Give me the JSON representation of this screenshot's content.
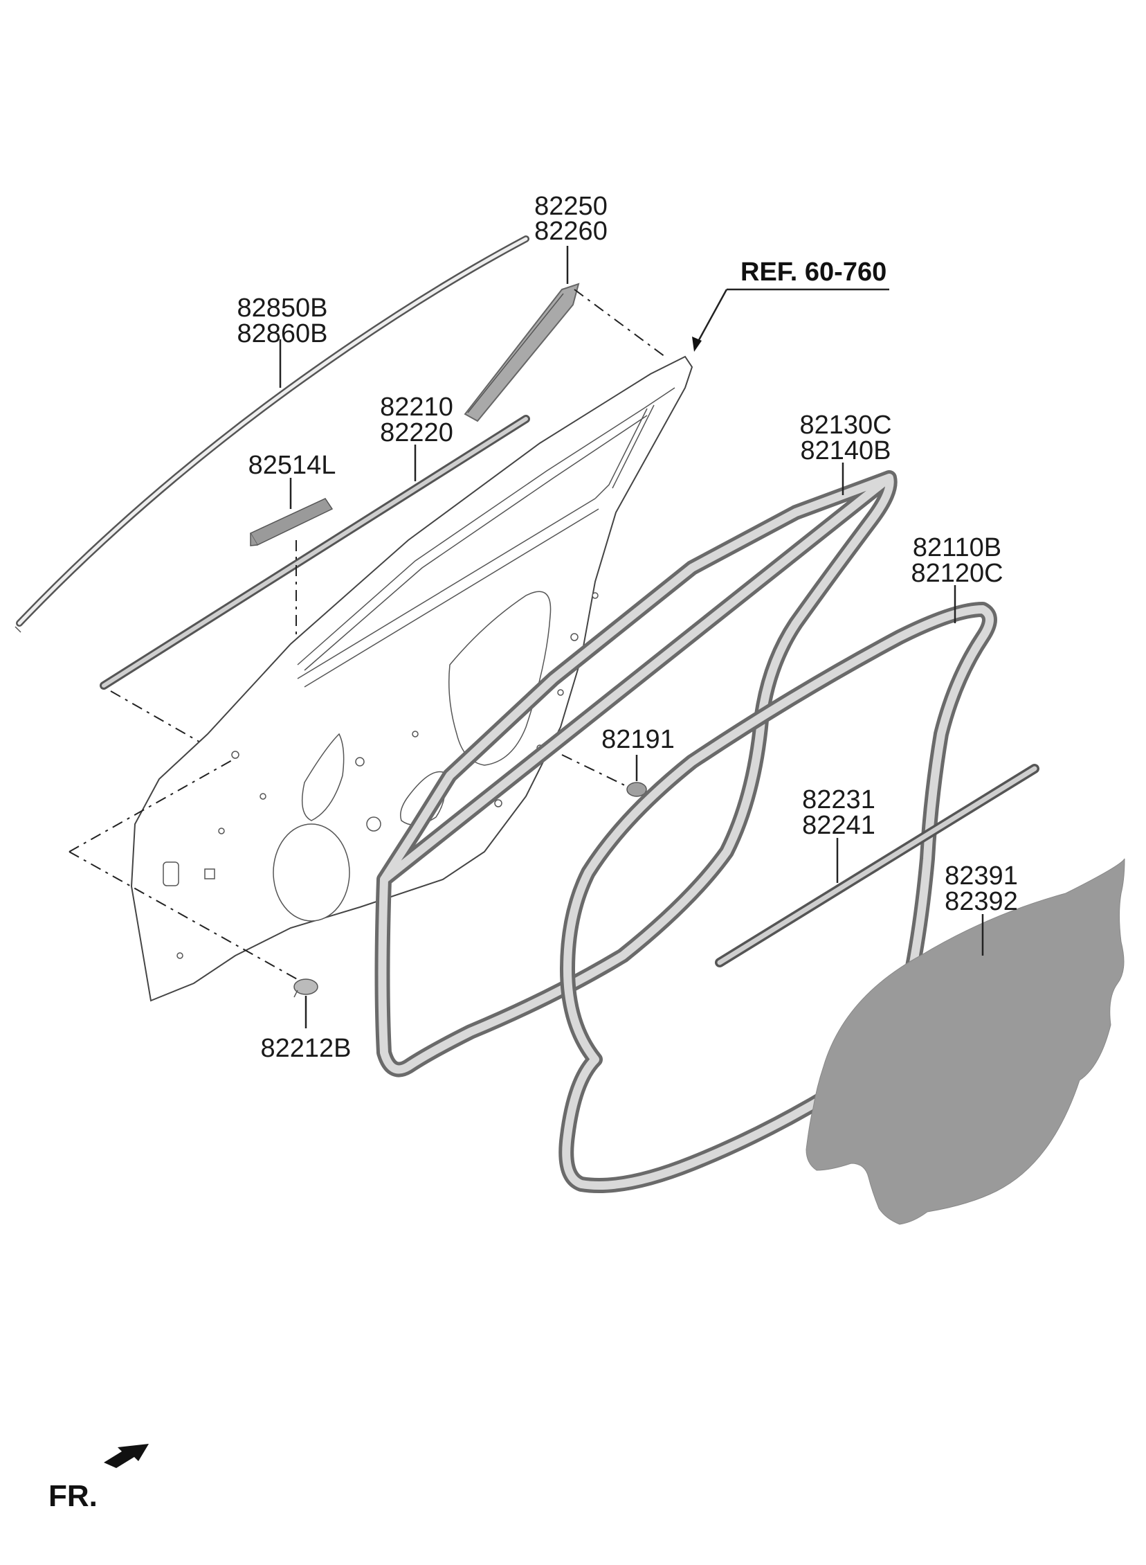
{
  "labels": {
    "p82250": "82250",
    "p82260": "82260",
    "ref": "REF. 60-760",
    "p82850B": "82850B",
    "p82860B": "82860B",
    "p82210": "82210",
    "p82220": "82220",
    "p82514L": "82514L",
    "p82130C": "82130C",
    "p82140B": "82140B",
    "p82110B": "82110B",
    "p82120C": "82120C",
    "p82191": "82191",
    "p82231": "82231",
    "p82241": "82241",
    "p82391": "82391",
    "p82392": "82392",
    "p82212B": "82212B",
    "fr": "FR."
  },
  "colors": {
    "line": "#222222",
    "seal": "#6a6a6a",
    "film": "#9a9a9a"
  }
}
